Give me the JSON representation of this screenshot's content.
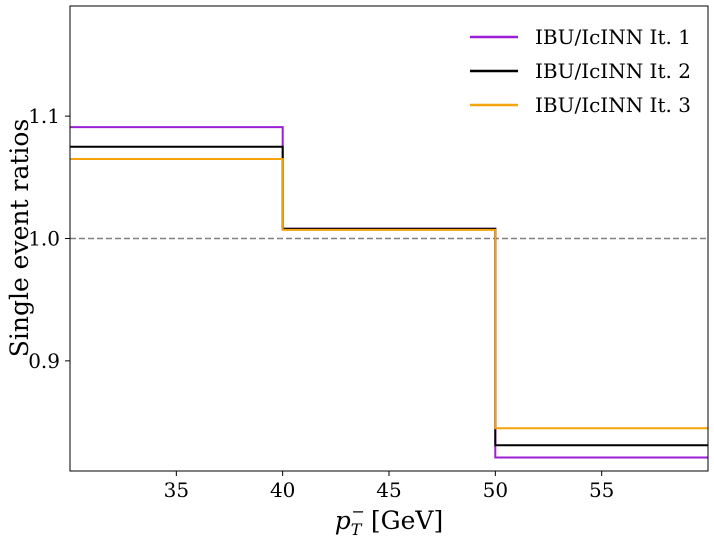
{
  "chart_data": {
    "type": "line",
    "drawstyle": "steps",
    "xlabel_main": "p",
    "xlabel_sub": "T",
    "xlabel_sup": "−",
    "xlabel_unit": "[GeV]",
    "ylabel": "Single event ratios",
    "xlim": [
      30,
      60
    ],
    "ylim": [
      0.81,
      1.19
    ],
    "xticks": [
      35,
      40,
      45,
      50,
      55
    ],
    "xtick_labels": [
      "35",
      "40",
      "45",
      "50",
      "55"
    ],
    "yticks": [
      0.9,
      1.0,
      1.1
    ],
    "ytick_labels": [
      "0.9",
      "1.0",
      "1.1"
    ],
    "bin_edges": [
      30,
      40,
      50,
      60
    ],
    "reference_line": {
      "y": 1.0,
      "style": "dashed",
      "color": "#808080"
    },
    "legend_position": "top-right",
    "grid": false,
    "series": [
      {
        "name": "IBU/IcINN It. 1",
        "color": "#9b1fd6",
        "values": [
          1.091,
          1.008,
          0.821
        ]
      },
      {
        "name": "IBU/IcINN It. 2",
        "color": "#000000",
        "values": [
          1.075,
          1.008,
          0.831
        ]
      },
      {
        "name": "IBU/IcINN It. 3",
        "color": "#f5a30a",
        "values": [
          1.065,
          1.007,
          0.845
        ]
      }
    ]
  }
}
